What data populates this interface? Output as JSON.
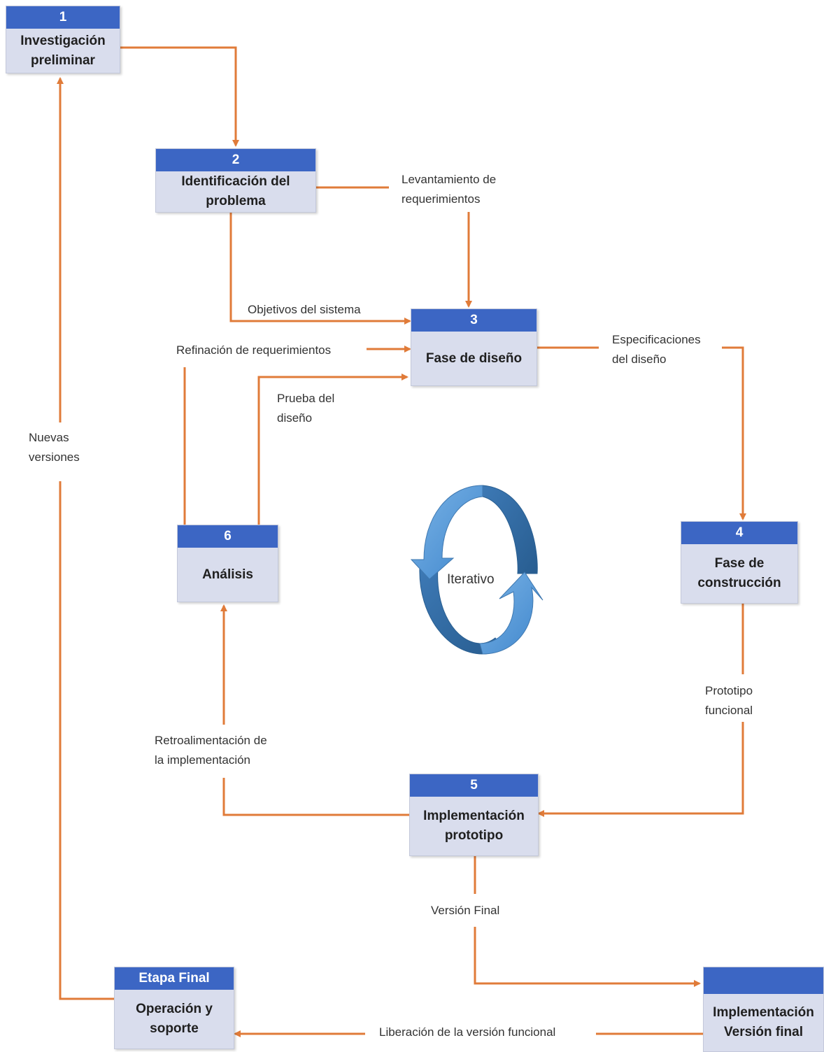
{
  "boxes": {
    "b1": {
      "header": "1",
      "title": "Investigación\npreliminar"
    },
    "b2": {
      "header": "2",
      "title": "Identificación del\nproblema"
    },
    "b3": {
      "header": "3",
      "title": "Fase de diseño"
    },
    "b4": {
      "header": "4",
      "title": "Fase de\nconstrucción"
    },
    "b5": {
      "header": "5",
      "title": "Implementación\nprototipo"
    },
    "b6": {
      "header": "6",
      "title": "Análisis"
    },
    "final": {
      "header": "Etapa Final",
      "title": "Operación y\nsoporte"
    },
    "version": {
      "header": "",
      "title": "Implementación\nVersión final"
    }
  },
  "labels": {
    "levantamiento": "Levantamiento de\nrequerimientos",
    "objetivos": "Objetivos del sistema",
    "refinacion": "Refinación de requerimientos",
    "prueba": "Prueba del\ndiseño",
    "especificaciones": "Especificaciones\ndel diseño",
    "prototipo": "Prototipo\nfuncional",
    "retroalimentacion": "Retroalimentación de\nla implementación",
    "version_final": "Versión Final",
    "liberacion": "Liberación de la versión funcional",
    "nuevas": "Nuevas\nversiones"
  },
  "center_label": "Iterativo",
  "colors": {
    "arrow": "#e07b39",
    "header": "#3c66c4",
    "box": "#d9dded",
    "cycle_light": "#5b9bd5",
    "cycle_dark": "#2e6fa8"
  }
}
